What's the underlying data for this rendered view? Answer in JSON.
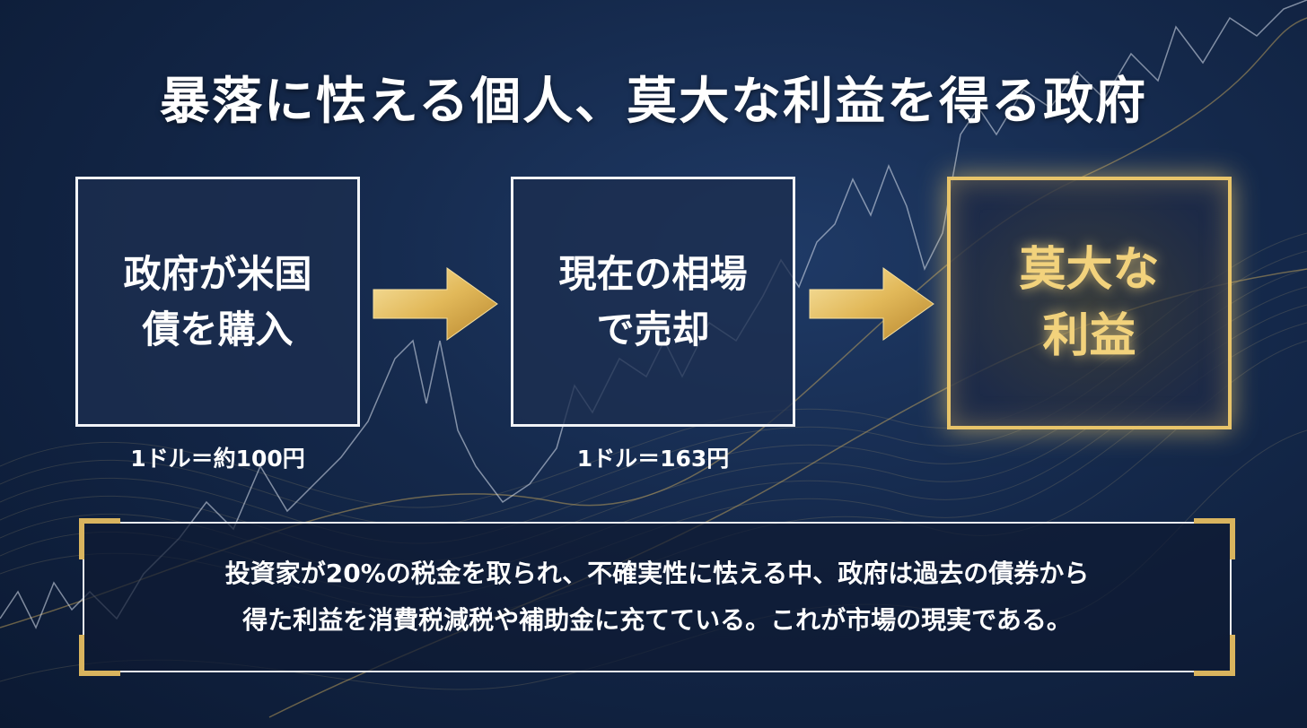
{
  "title": "暴落に怯える個人、莫大な利益を得る政府",
  "flow": {
    "step1": {
      "line1": "政府が米国",
      "line2": "債を購入",
      "price": "1ドル＝約100円"
    },
    "step2": {
      "line1": "現在の相場",
      "line2": "で売却",
      "price": "1ドル＝163円"
    },
    "step3": {
      "line1": "莫大な",
      "line2": "利益"
    }
  },
  "summary": {
    "line1": "投資家が20%の税金を取られ、不確実性に怯える中、政府は過去の債券から",
    "line2": "得た利益を消費税減税や補助金に充てている。これが市場の現実である。"
  },
  "colors": {
    "background": "#14284a",
    "gold": "#e8c46a",
    "text": "#ffffff"
  },
  "icons": [
    "arrow-right-icon",
    "arrow-right-icon"
  ]
}
